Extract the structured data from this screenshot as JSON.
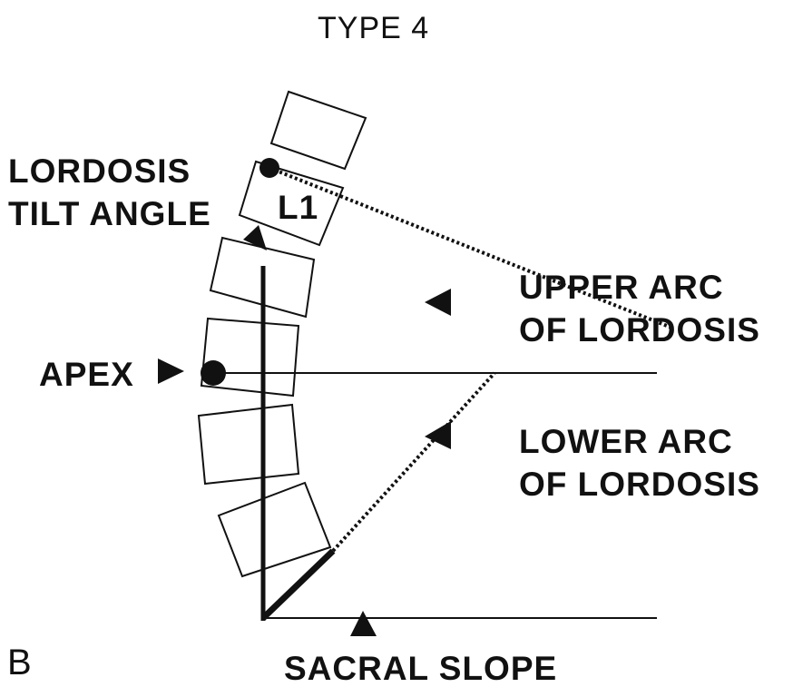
{
  "title": "TYPE 4",
  "panel_letter": "B",
  "vertebra_label": "L1",
  "labels": {
    "lordosis_tilt_line1": "LORDOSIS",
    "lordosis_tilt_line2": "TILT ANGLE",
    "apex": "APEX",
    "upper_arc_line1": "UPPER ARC",
    "upper_arc_line2": "OF LORDOSIS",
    "lower_arc_line1": "LOWER ARC",
    "lower_arc_line2": "OF LORDOSIS",
    "sacral_slope": "SACRAL SLOPE"
  },
  "colors": {
    "ink": "#111111",
    "background": "#ffffff"
  }
}
